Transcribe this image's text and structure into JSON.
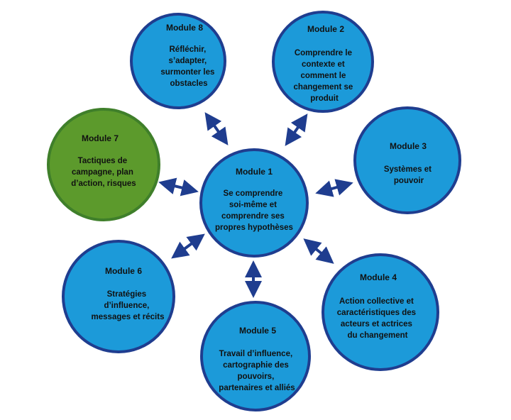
{
  "colors": {
    "module_fill": "#1c9ad9",
    "module_border": "#1f3d8f",
    "highlight_fill": "#5c9a2c",
    "highlight_border": "#3f7f2a",
    "arrow": "#1f3d8f",
    "text": "#111111"
  },
  "modules": {
    "m1": {
      "title": "Module 1",
      "lines": [
        "Se comprendre",
        "soi-même et",
        "comprendre ses",
        "propres hypothèses"
      ]
    },
    "m2": {
      "title": "Module 2",
      "lines": [
        "Comprendre le",
        "contexte et",
        "comment le",
        "changement se",
        "produit"
      ]
    },
    "m3": {
      "title": "Module 3",
      "lines": [
        "Systèmes et",
        "pouvoir"
      ]
    },
    "m4": {
      "title": "Module 4",
      "lines": [
        "Action collective et",
        "caractéristiques des",
        "acteurs et actrices",
        "du changement"
      ]
    },
    "m5": {
      "title": "Module 5",
      "lines": [
        "Travail d’influence,",
        "cartographie des",
        "pouvoirs,",
        "partenaires et alliés"
      ]
    },
    "m6": {
      "title": "Module 6",
      "lines": [
        "Stratégies",
        "d’influence,",
        "messages et récits"
      ]
    },
    "m7": {
      "title": "Module 7",
      "highlight": true,
      "lines": [
        "Tactiques de",
        "campagne, plan",
        "d’action, risques"
      ]
    },
    "m8": {
      "title": "Module 8",
      "lines": [
        "Réfléchir,",
        "s’adapter,",
        "surmonter les",
        "obstacles"
      ]
    }
  }
}
